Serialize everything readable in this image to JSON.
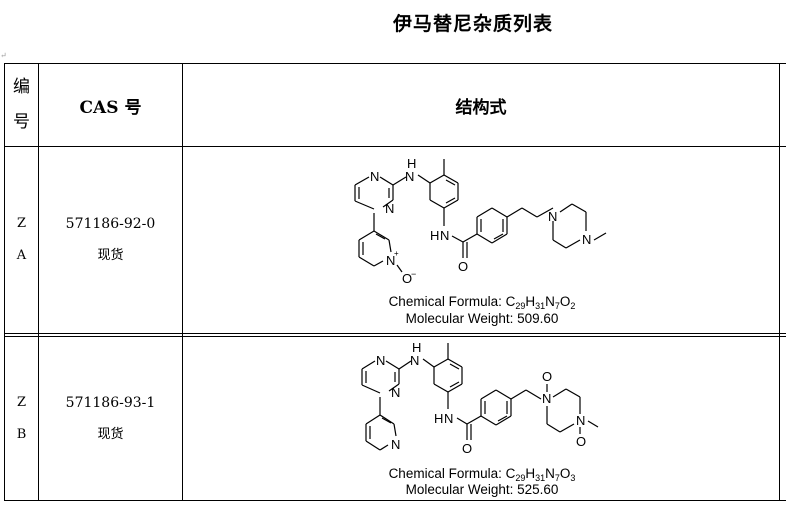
{
  "page_title": "伊马替尼杂质列表",
  "header": {
    "num_chars": [
      "编",
      "号"
    ],
    "cas": "CAS 号",
    "structure": "结构式"
  },
  "rows": [
    {
      "id_chars": [
        "Z",
        "A"
      ],
      "cas": "571186-92-0",
      "stock": "现货",
      "formula_label": "Chemical Formula: ",
      "formula_parts": [
        "C",
        "29",
        "H",
        "31",
        "N",
        "7",
        "O",
        "2"
      ],
      "weight": "Molecular Weight: 509.60",
      "atom_labels": [
        "N",
        "N",
        "H",
        "N",
        "H",
        "N",
        "N",
        "O",
        "N",
        "N",
        "O"
      ]
    },
    {
      "id_chars": [
        "Z",
        "B"
      ],
      "cas": "571186-93-1",
      "stock": "现货",
      "formula_label": "Chemical Formula: ",
      "formula_parts": [
        "C",
        "29",
        "H",
        "31",
        "N",
        "7",
        "O",
        "3"
      ],
      "weight": "Molecular Weight: 525.60",
      "atom_labels": [
        "N",
        "N",
        "H",
        "N",
        "H",
        "N",
        "N",
        "O",
        "N",
        "O",
        "N",
        "O"
      ]
    }
  ]
}
